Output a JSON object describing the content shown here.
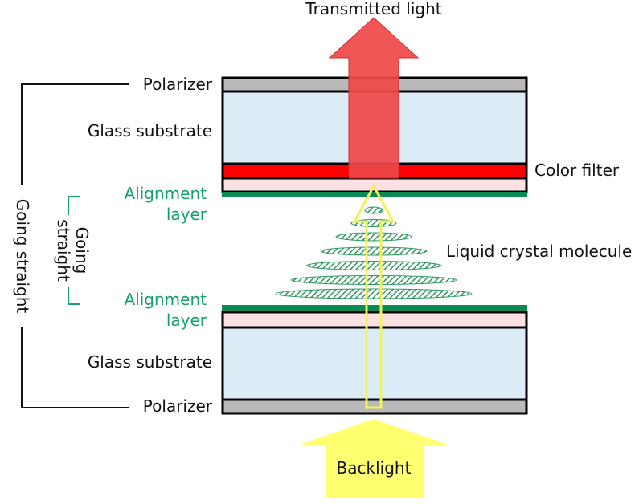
{
  "labels": {
    "transmitted_light": "Transmitted light",
    "polarizer_top": "Polarizer",
    "glass_top": "Glass substrate",
    "color_filter": "Color filter",
    "alignment_top_line1": "Alignment",
    "alignment_top_line2": "layer",
    "liquid_crystal": "Liquid crystal molecule",
    "alignment_bottom_line1": "Alignment",
    "alignment_bottom_line2": "layer",
    "glass_bottom": "Glass substrate",
    "polarizer_bottom": "Polarizer",
    "backlight": "Backlight",
    "going_straight_outer": "Going straight",
    "going_straight_inner_line1": "Going",
    "going_straight_inner_line2": "straight"
  },
  "colors": {
    "polarizer": "#b9b9b9",
    "glass": "#dcecf7",
    "color_filter": "#ff0000",
    "pink_layer": "#fbe1e1",
    "alignment": "#0a8a55",
    "crystal": "#2e9a5e",
    "transmitted_arrow": "#f04848",
    "backlight_arrow": "#ffff70",
    "text_green": "#16a06a"
  },
  "icons": {
    "transmitted_arrow": "arrow-up-icon",
    "backlight_arrow": "arrow-up-icon",
    "inner_light_path": "arrow-up-outline-icon"
  }
}
